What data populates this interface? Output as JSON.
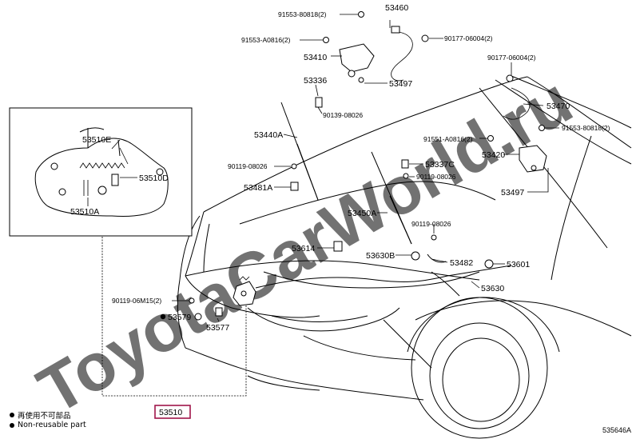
{
  "watermark": "ToyotaCarWorld.ru",
  "labels": {
    "l91553_08818_top": "91553-80818(2)",
    "l53460": "53460",
    "l91553_a0816_top": "91553-A0816(2)",
    "l90177_06004_top": "90177-06004(2)",
    "l53410": "53410",
    "l90177_06004_right": "90177-06004(2)",
    "l53336": "53336",
    "l53497_top": "53497",
    "l53470": "53470",
    "l90139_08026": "90139-08026",
    "l91553_80818_right": "91553-80818(2)",
    "l53440a": "53440A",
    "l91551_a0816": "91551-A0816(2)",
    "l53420": "53420",
    "l90119_08026_left": "90119-08026",
    "l53337c": "53337C",
    "l90119_08026_mid": "90119-08026",
    "l53481a": "53481A",
    "l53497_right": "53497",
    "l53450a": "53450A",
    "l90119_08026_low": "90119-08026",
    "l53614": "53614",
    "l53630b": "53630B",
    "l53482": "53482",
    "l53601": "53601",
    "l53630": "53630",
    "l90119_06m15": "90119-06M15(2)",
    "l53579": "53579",
    "l53577": "53577",
    "l53510": "53510",
    "l53510e": "53510E",
    "l53510d": "53510D",
    "l53510a": "53510A"
  },
  "legend": {
    "line1": "再使用不可部品",
    "line2": "Non-reusable part"
  },
  "figure_code": "535646A",
  "colors": {
    "highlight_box": "#a0154a",
    "line": "#000000"
  }
}
